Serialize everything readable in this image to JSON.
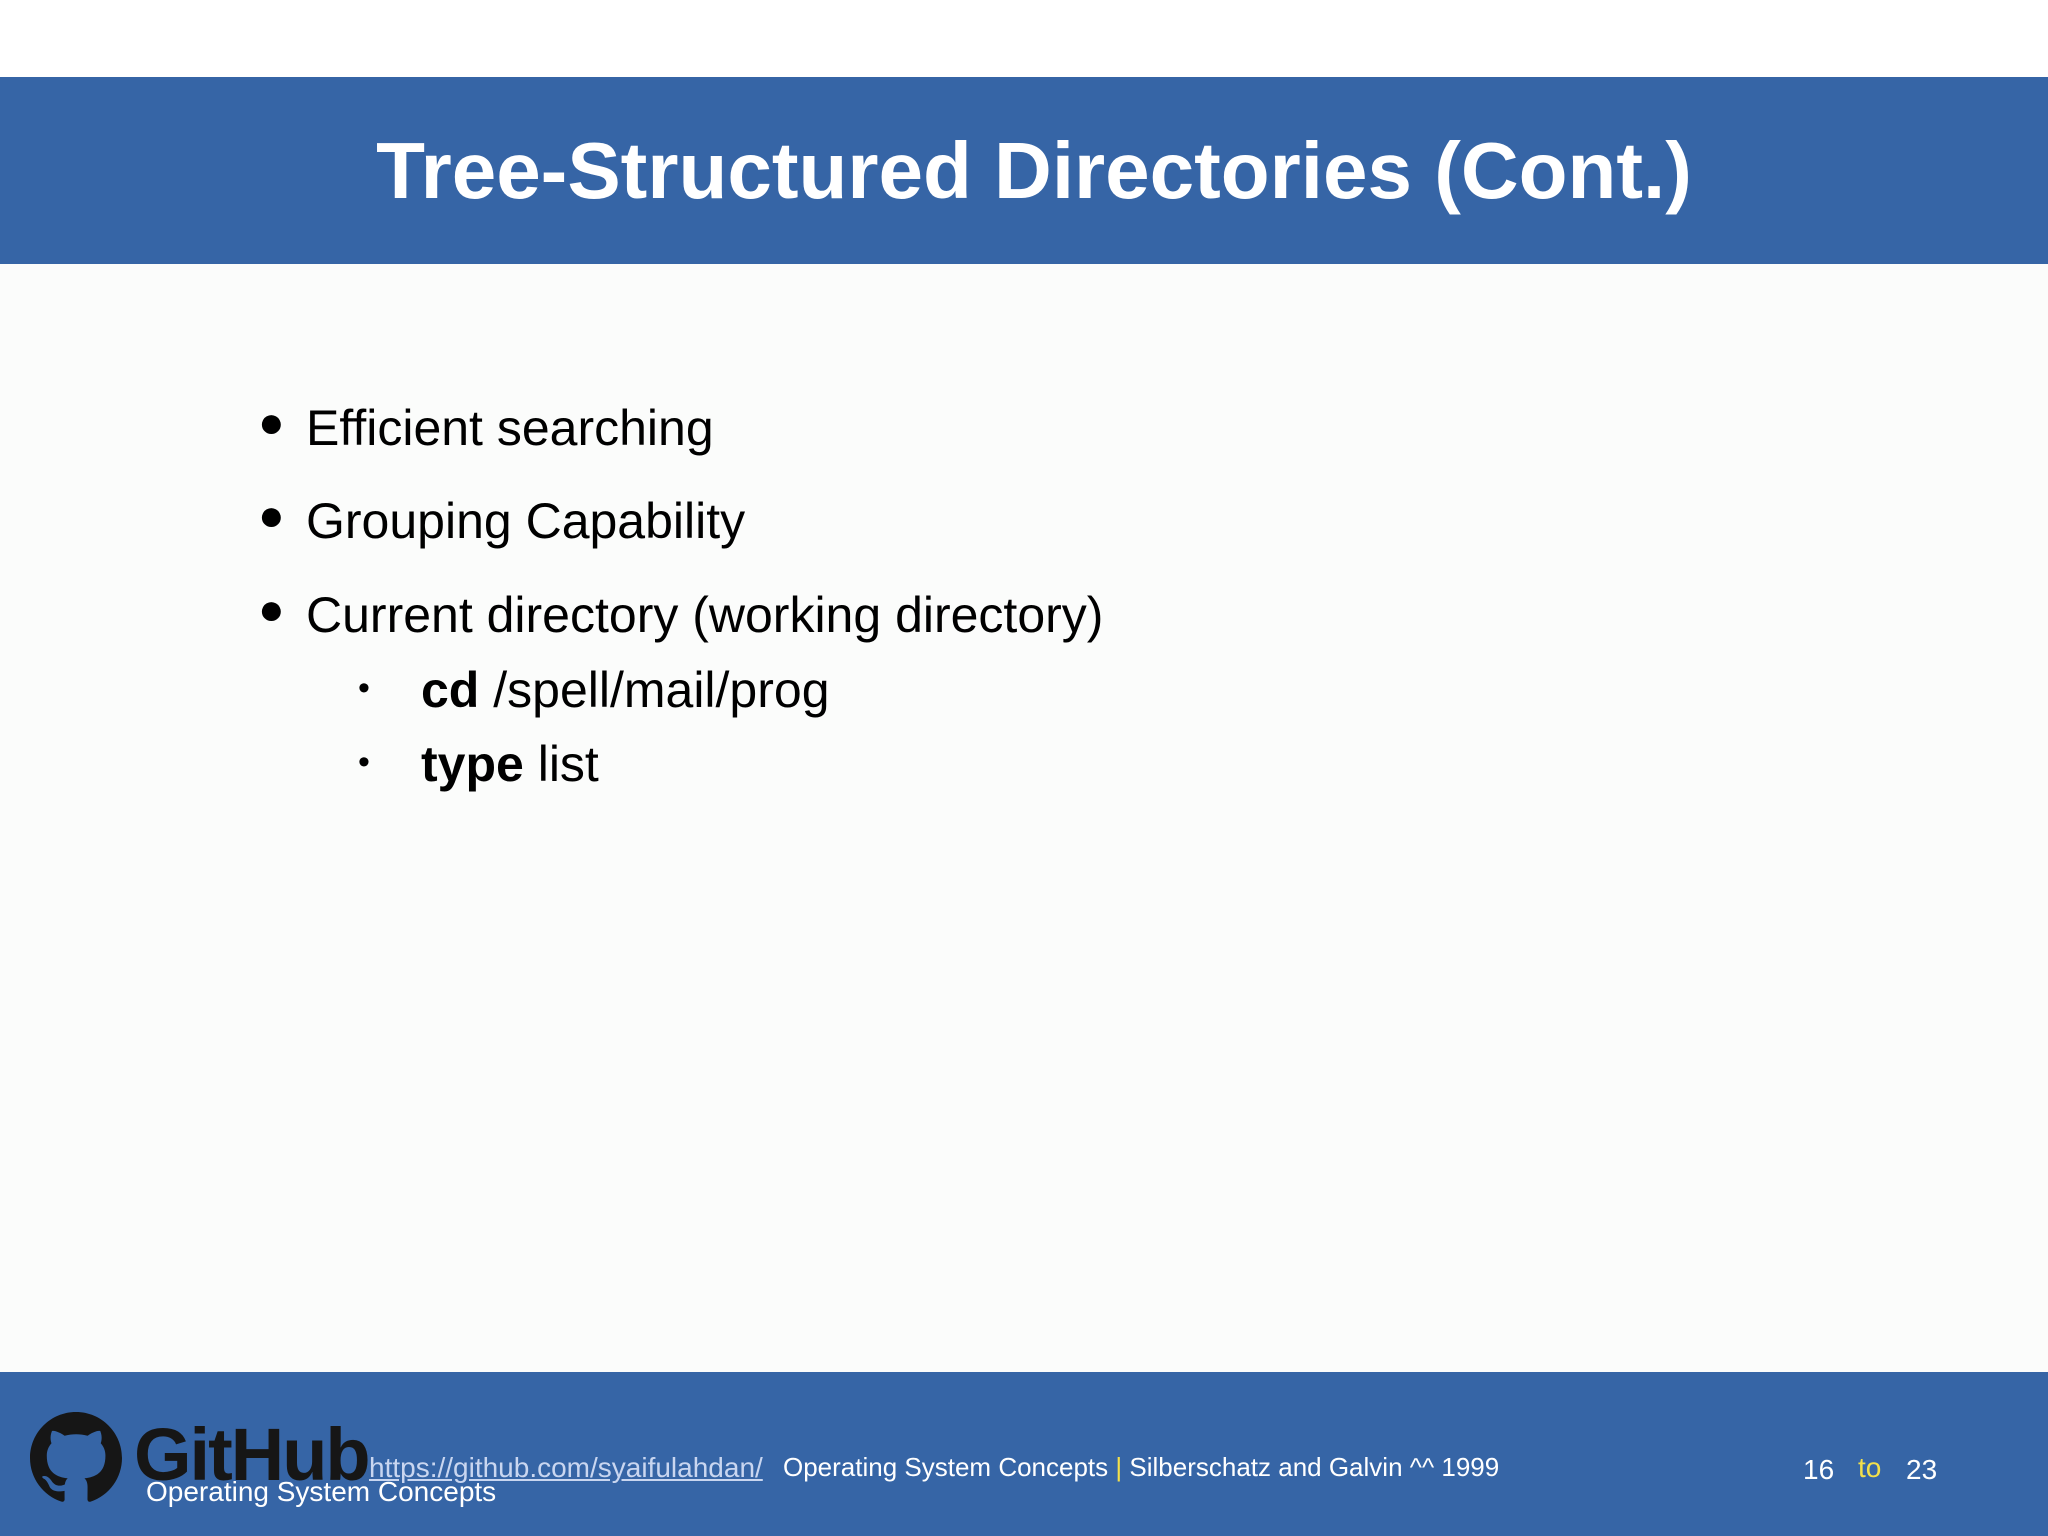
{
  "slide": {
    "title": "Tree-Structured Directories (Cont.)",
    "bullets": [
      {
        "text": "Efficient searching"
      },
      {
        "text": "Grouping Capability"
      },
      {
        "text": "Current directory (working directory)"
      }
    ],
    "sub_bullets": [
      {
        "bold": "cd",
        "rest": " /spell/mail/prog"
      },
      {
        "bold": "type",
        "rest": " list"
      }
    ]
  },
  "footer": {
    "logo_text": "GitHub",
    "link": "https://github.com/syaifulahdan/",
    "course_title": "Operating System Concepts",
    "separator": "|",
    "authors": "Silberschatz and Galvin ^^ 1999",
    "course_caption": "Operating System Concepts",
    "page_current": "16",
    "page_to": "to",
    "page_total": "23"
  }
}
